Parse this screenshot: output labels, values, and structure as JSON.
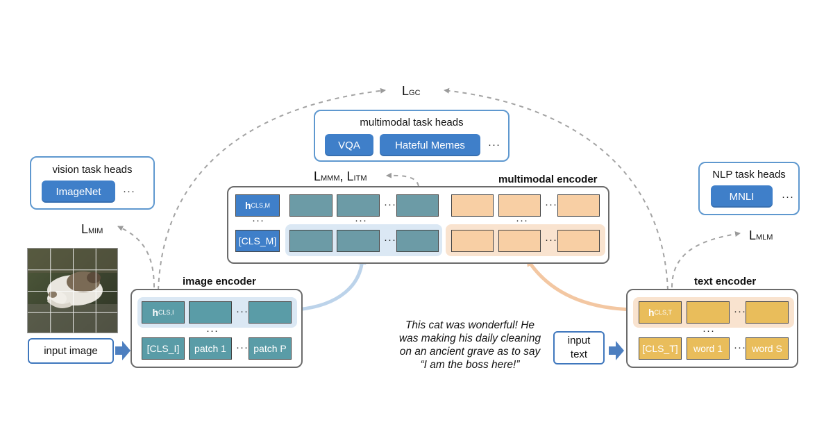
{
  "losses": {
    "gc": {
      "main": "L",
      "sub": "GC"
    },
    "mmm_itm": {
      "main1": "L",
      "sub1": "MMM",
      "sep": ", ",
      "main2": "L",
      "sub2": "ITM"
    },
    "mim": {
      "main": "L",
      "sub": "MIM"
    },
    "mlm": {
      "main": "L",
      "sub": "MLM"
    }
  },
  "heads": {
    "multimodal": {
      "title": "multimodal task heads",
      "items": [
        "VQA",
        "Hateful Memes"
      ],
      "more": "···"
    },
    "vision": {
      "title": "vision task heads",
      "items": [
        "ImageNet"
      ],
      "more": "···"
    },
    "nlp": {
      "title": "NLP task heads",
      "items": [
        "MNLI"
      ],
      "more": "···"
    }
  },
  "encoders": {
    "multimodal": {
      "title": "multimodal encoder",
      "h_main": "h",
      "h_sub": "CLS,M",
      "cls": "[CLS_M]",
      "dots": "···",
      "vdots": "···"
    },
    "image": {
      "title": "image encoder",
      "h_main": "h",
      "h_sub": "CLS,I",
      "cls": "[CLS_I]",
      "tokens": [
        "patch 1",
        "patch P"
      ],
      "dots": "···",
      "vdots": "···"
    },
    "text": {
      "title": "text encoder",
      "h_main": "h",
      "h_sub": "CLS,T",
      "cls": "[CLS_T]",
      "tokens": [
        "word 1",
        "word S"
      ],
      "dots": "···",
      "vdots": "···"
    }
  },
  "inputs": {
    "image_label": "input image",
    "text_label": "input text",
    "text_example": "This cat was wonderful! He\nwas making his daily cleaning\non an ancient grave as to say\n“I am the boss here!”"
  },
  "colors": {
    "head_border": "#5f98cf",
    "head_button": "#3f7fc9",
    "image_token": "#5a9ca7",
    "multimodal_image_token": "#6c9ba6",
    "multimodal_text_token": "#f8cfa4",
    "text_token": "#e9bd5b",
    "blue_band": "#dbe8f4",
    "peach_band": "#f9e3cf"
  }
}
